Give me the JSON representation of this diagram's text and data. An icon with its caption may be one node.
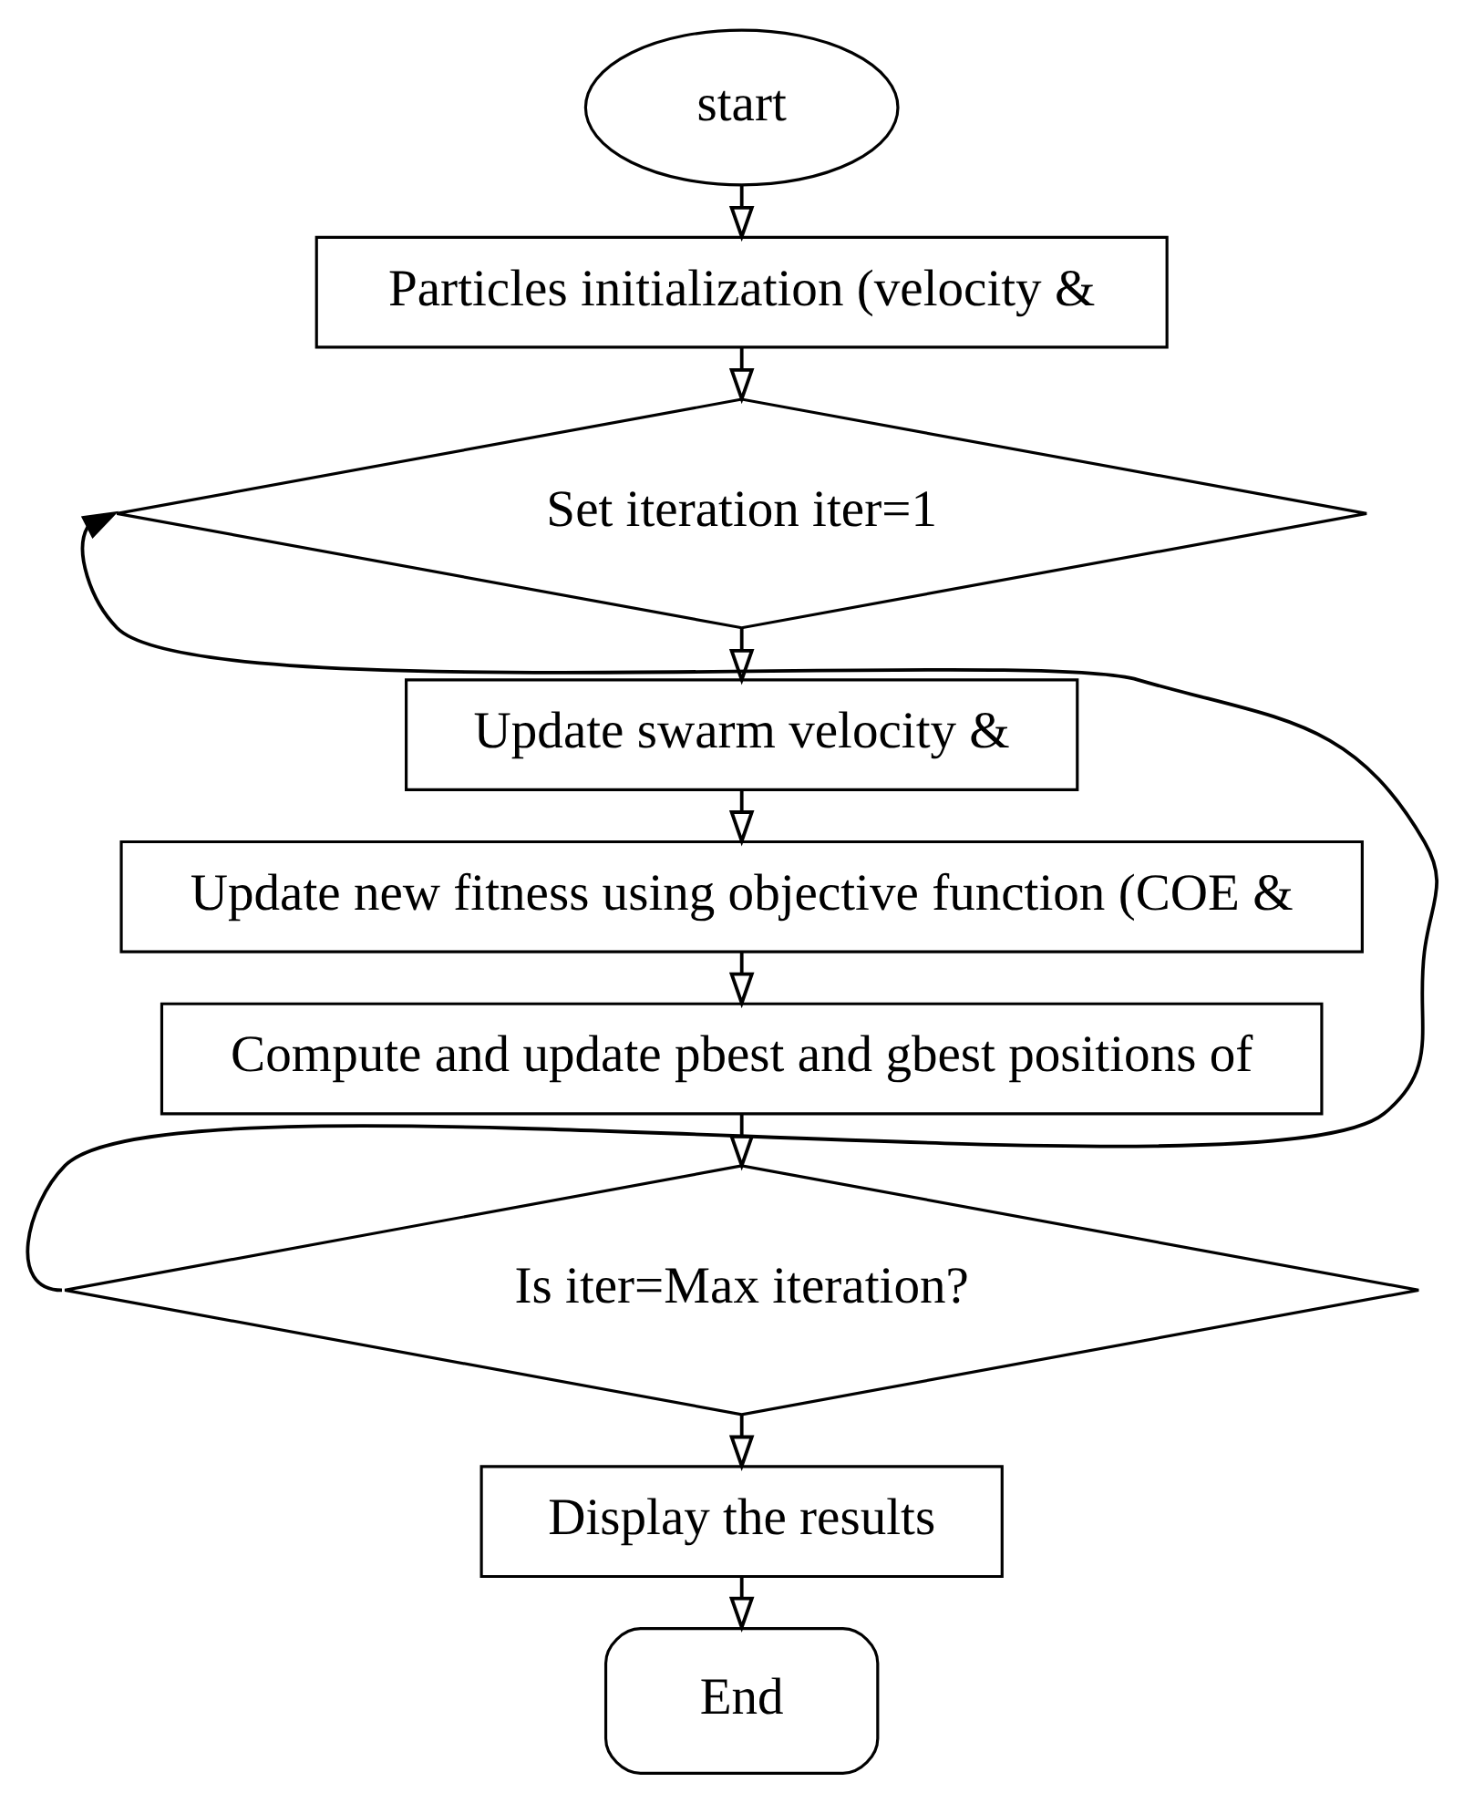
{
  "diagram": {
    "nodes": [
      {
        "text": [
          "start"
        ]
      },
      {
        "text": [
          "Particles initialization (velocity &"
        ]
      },
      {
        "text": [
          "Set iteration iter=1"
        ]
      },
      {
        "text": [
          "Update swarm velocity &"
        ]
      },
      {
        "text": [
          "Update new fitness using objective function (COE &"
        ]
      },
      {
        "text": [
          "Compute and update pbest and gbest positions of"
        ]
      },
      {
        "text": [
          "Is iter=Max iteration?"
        ]
      },
      {
        "text": [
          "Display the results"
        ]
      },
      {
        "text": [
          "End"
        ]
      }
    ],
    "edges": [
      {
        "from": 0,
        "to": 1,
        "arrow": "to"
      },
      {
        "from": 1,
        "to": 2,
        "arrow": "to"
      },
      {
        "from": 2,
        "to": 3,
        "arrow": "to"
      },
      {
        "from": 3,
        "to": 4,
        "arrow": "to"
      },
      {
        "from": 4,
        "to": 5,
        "arrow": "to"
      },
      {
        "from": 5,
        "to": 6,
        "arrow": "to"
      },
      {
        "from": 6,
        "to": 7,
        "arrow": "to"
      },
      {
        "from": 7,
        "to": 8,
        "arrow": "to"
      },
      {
        "from": 6,
        "to": 2,
        "arrow": "to"
      }
    ]
  }
}
